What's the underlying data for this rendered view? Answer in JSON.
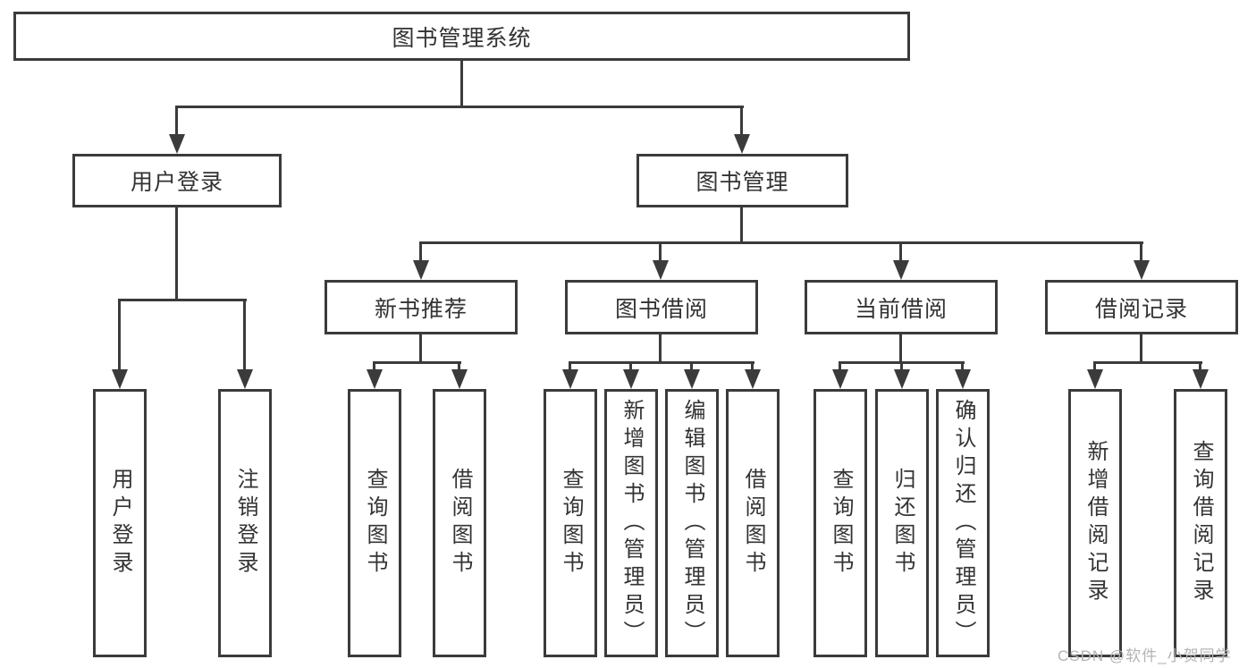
{
  "diagram": {
    "root": {
      "label": "图书管理系统"
    },
    "level2": [
      {
        "label": "用户登录"
      },
      {
        "label": "图书管理"
      }
    ],
    "level3": [
      {
        "label": "新书推荐"
      },
      {
        "label": "图书借阅"
      },
      {
        "label": "当前借阅"
      },
      {
        "label": "借阅记录"
      }
    ],
    "leaves": {
      "user_login": [
        "用户登录",
        "注销登录"
      ],
      "new_book": [
        "查询图书",
        "借阅图书"
      ],
      "book_borrow": [
        "查询图书",
        "新增图书（管理员）",
        "编辑图书（管理员）",
        "借阅图书"
      ],
      "current_borrow": [
        "查询图书",
        "归还图书",
        "确认归还（管理员）"
      ],
      "borrow_record": [
        "新增借阅记录",
        "查询借阅记录"
      ]
    }
  },
  "watermark": "CSDN @软件_小贺同学",
  "colors": {
    "line": "#3b3b3b",
    "text": "#333333",
    "watermark": "#b3b3b3",
    "background": "#ffffff"
  }
}
